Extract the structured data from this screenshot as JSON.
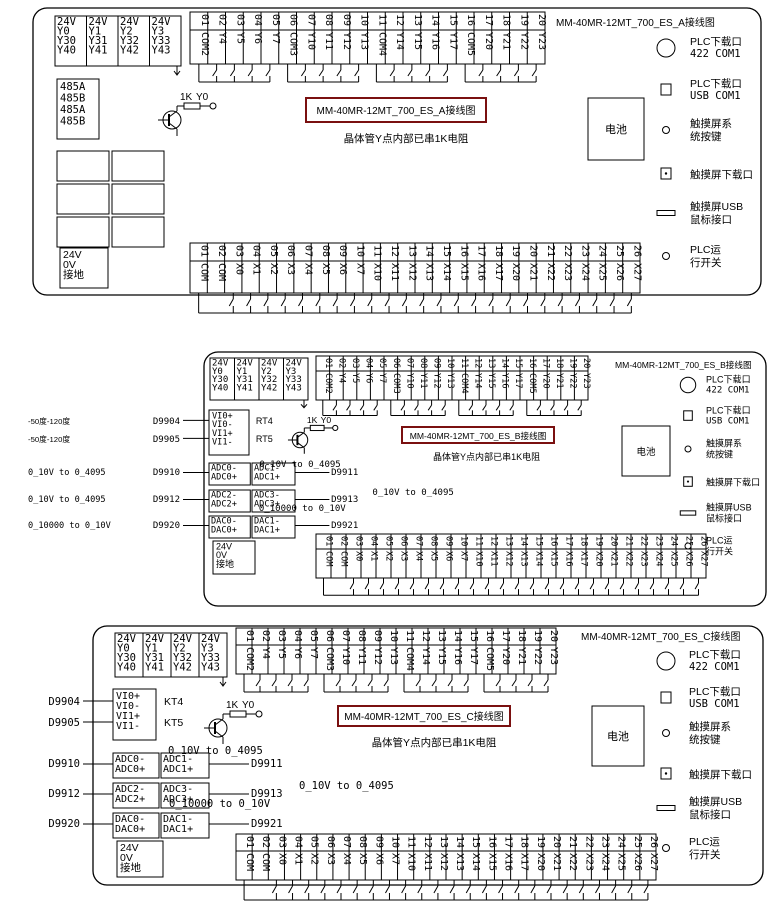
{
  "panels": [
    {
      "key": "A",
      "model_top": "MM-40MR-12MT_700_ES_A接线图",
      "model_box": "MM-40MR-12MT_700_ES_A接线图",
      "note": "晶体管Y点内部已串1K电阻",
      "has_analog": false
    },
    {
      "key": "B",
      "model_top": "MM-40MR-12MT_700_ES_B接线图",
      "model_box": "MM-40MR-12MT_700_ES_B接线图",
      "note": "晶体管Y点内部已串1K电阻",
      "has_analog": true,
      "kt": [
        "RT4",
        "RT5"
      ]
    },
    {
      "key": "C",
      "model_top": "MM-40MR-12MT_700_ES_C接线图",
      "model_box": "MM-40MR-12MT_700_ES_C接线图",
      "note": "晶体管Y点内部已串1K电阻",
      "has_analog": true,
      "kt": [
        "KT4",
        "KT5"
      ]
    }
  ],
  "y_mapping": {
    "cols": [
      [
        "24V",
        "Y0",
        "Y30",
        "Y40"
      ],
      [
        "24V",
        "Y1",
        "Y31",
        "Y41"
      ],
      [
        "24V",
        "Y2",
        "Y32",
        "Y42"
      ],
      [
        "24V",
        "Y3",
        "Y33",
        "Y43"
      ]
    ]
  },
  "top_terminals": {
    "numbers": [
      "01",
      "02",
      "03",
      "04",
      "05",
      "06",
      "07",
      "08",
      "09",
      "10",
      "11",
      "12",
      "13",
      "14",
      "15",
      "16",
      "17",
      "18",
      "19",
      "20"
    ],
    "labels": [
      "COM2",
      "Y4",
      "Y5",
      "Y6",
      "Y7",
      "COM3",
      "Y10",
      "Y11",
      "Y12",
      "Y13",
      "COM4",
      "Y14",
      "Y15",
      "Y16",
      "Y17",
      "COM5",
      "Y20",
      "Y21",
      "Y22",
      "Y23"
    ]
  },
  "bottom_terminals": {
    "numbers": [
      "01",
      "02",
      "03",
      "04",
      "05",
      "06",
      "07",
      "08",
      "09",
      "10",
      "11",
      "12",
      "13",
      "14",
      "15",
      "16",
      "17",
      "18",
      "19",
      "20",
      "21",
      "22",
      "23",
      "24",
      "25",
      "26"
    ],
    "labels": [
      "COM",
      "COM",
      "X0",
      "X1",
      "X2",
      "X3",
      "X4",
      "X5",
      "X6",
      "X7",
      "X10",
      "X11",
      "X12",
      "X13",
      "X14",
      "X15",
      "X16",
      "X17",
      "X20",
      "X21",
      "X22",
      "X23",
      "X24",
      "X25",
      "X26",
      "X27"
    ]
  },
  "rs485": [
    "485A",
    "485B",
    "485A",
    "485B"
  ],
  "power": [
    "24V",
    "0V",
    "接地"
  ],
  "transistor_labels": {
    "resistor": "1K",
    "output": "Y0"
  },
  "battery": "电池",
  "side_labels": {
    "plc_422": [
      "PLC下载口",
      "422 COM1"
    ],
    "plc_usb": [
      "PLC下载口",
      "USB COM1"
    ],
    "touch_key": [
      "触摸屏系",
      "统按键"
    ],
    "touch_dl": "触摸屏下载口",
    "touch_usb": [
      "触摸屏USB",
      "鼠标接口"
    ],
    "run_switch": [
      "PLC运",
      "行开关"
    ]
  },
  "analog": {
    "vi": [
      "VI0+",
      "VI0-",
      "VI1+",
      "VI1-"
    ],
    "adc01": [
      [
        "ADC0-",
        "ADC0+"
      ],
      [
        "ADC1-",
        "ADC1+"
      ]
    ],
    "adc23": [
      [
        "ADC2-",
        "ADC2+"
      ],
      [
        "ADC3-",
        "ADC3+"
      ]
    ],
    "dac": [
      [
        "DAC0-",
        "DAC0+"
      ],
      [
        "DAC1-",
        "DAC1+"
      ]
    ],
    "d_regs": {
      "vi0": "D9904",
      "vi1": "D9905",
      "adc0": "D9910",
      "adc1": "D9911",
      "adc2": "D9912",
      "adc3": "D9913",
      "dac0": "D9920",
      "dac1": "D9921"
    },
    "ranges": {
      "adc": "0_10V  to  0_4095",
      "dac": "0_10000  to  0_10V",
      "temp": "-50度-120度"
    }
  }
}
